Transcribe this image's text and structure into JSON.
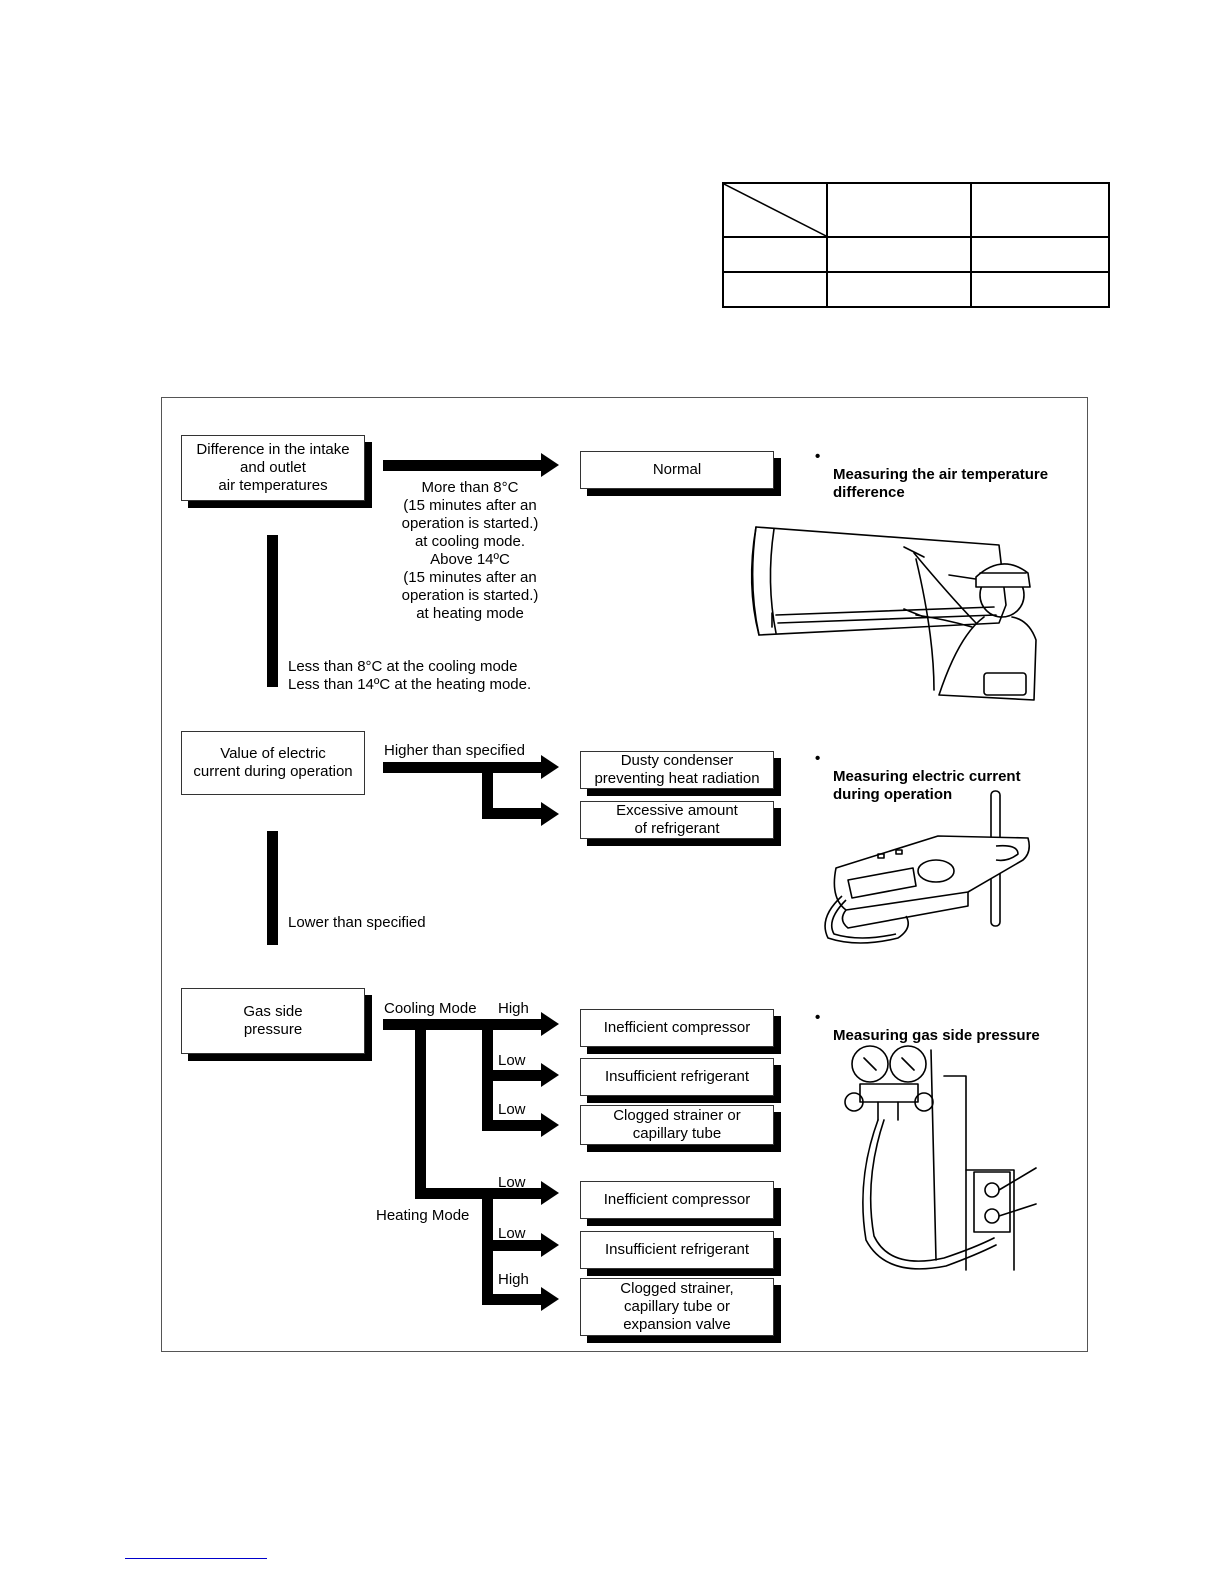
{
  "diagram": {
    "step1": {
      "check_box": "Difference in the intake\nand outlet\nair temperatures",
      "condition_pass": "More than 8°C\n(15 minutes after an\noperation is started.)\nat cooling mode.\nAbove 14ºC\n(15 minutes after an\noperation is started.)\nat heating mode",
      "result_normal": "Normal",
      "condition_fail": "Less than 8°C at the cooling mode\nLess than 14ºC at the heating mode.",
      "note": "Measuring the air temperature\ndifference"
    },
    "step2": {
      "check_box": "Value of electric\ncurrent during operation",
      "condition_high": "Higher than specified",
      "result_1": "Dusty condenser\npreventing heat radiation",
      "result_2": "Excessive amount\nof refrigerant",
      "condition_low": "Lower than specified",
      "note": "Measuring electric current\nduring operation"
    },
    "step3": {
      "check_box": "Gas side\npressure",
      "cooling_mode": "Cooling Mode",
      "heating_mode": "Heating Mode",
      "branches": [
        {
          "level": "High",
          "result": "Inefficient compressor"
        },
        {
          "level": "Low",
          "result": "Insufficient refrigerant"
        },
        {
          "level": "Low",
          "result": "Clogged strainer or\ncapillary tube"
        },
        {
          "level": "Low",
          "result": "Inefficient compressor"
        },
        {
          "level": "Low",
          "result": "Insufficient refrigerant"
        },
        {
          "level": "High",
          "result": "Clogged strainer,\ncapillary tube or\nexpansion valve"
        }
      ],
      "note": "Measuring gas side pressure"
    },
    "bullet_glyph": "•"
  },
  "illustrations": [
    "technician-measuring-air-temperature",
    "clamp-meter",
    "manifold-gauge-set"
  ]
}
